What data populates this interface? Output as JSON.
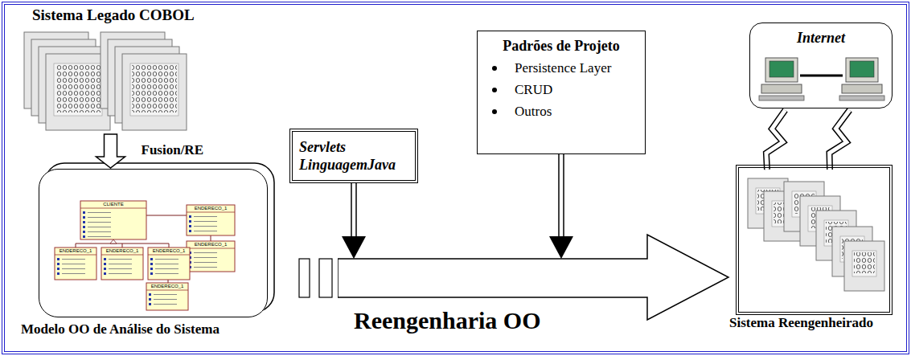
{
  "diagram": {
    "nodes": [
      {
        "text": [
          "Sistema Legado COBOL"
        ]
      },
      {
        "text": [
          "Modelo OO de Análise do Sistema"
        ]
      },
      {
        "text": [
          "Servlets LinguagemJava"
        ]
      },
      {
        "text": [
          "Padrões de Projeto",
          "Persistence Layer",
          "CRUD",
          "Outros"
        ]
      },
      {
        "text": [
          "Reengenharia OO"
        ]
      },
      {
        "text": [
          "Internet"
        ]
      },
      {
        "text": [
          "Sistema Reengenheirado"
        ]
      }
    ],
    "edges": [
      {
        "from": 0,
        "to": 1,
        "label": "Fusion/RE",
        "arrow": "to"
      },
      {
        "from": 2,
        "to": 4,
        "arrow": "to"
      },
      {
        "from": 3,
        "to": 4,
        "arrow": "to"
      },
      {
        "from": 5,
        "to": 6,
        "arrow": "none"
      },
      {
        "from": 5,
        "to": 6,
        "arrow": "none"
      }
    ],
    "labels": [
      "CLIENTE",
      "ENDERECO_1",
      "ENDERECO_1",
      "ENDERECO_1",
      "ENDERECO_1",
      "ENDERECO_1",
      "ENDERECO_1"
    ]
  }
}
